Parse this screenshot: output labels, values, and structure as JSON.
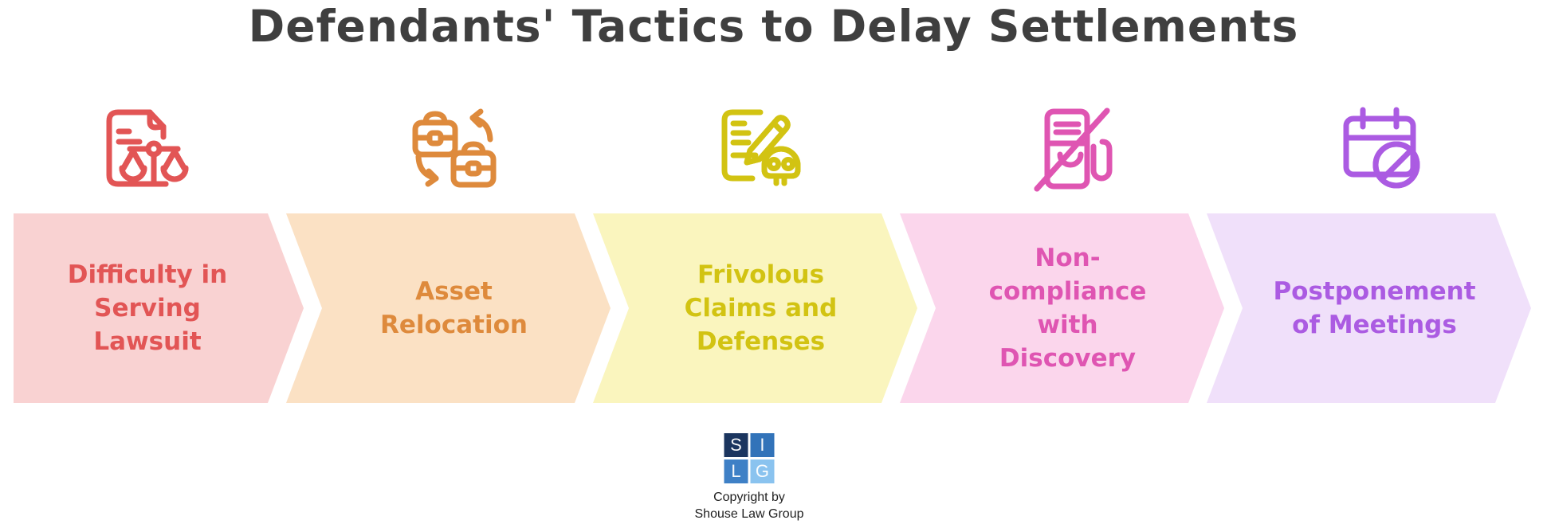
{
  "title": "Defendants' Tactics to Delay Settlements",
  "title_color": "#3F3F3F",
  "steps": [
    {
      "label": "Difficulty in\nServing\nLawsuit",
      "icon": "lawsuit-document-scales-icon",
      "bg": "#F9D2D2",
      "fg": "#E25555"
    },
    {
      "label": "Asset\nRelocation",
      "icon": "briefcase-swap-icon",
      "bg": "#FBE1C4",
      "fg": "#DE8A3C"
    },
    {
      "label": "Frivolous\nClaims and\nDefenses",
      "icon": "document-pencil-skull-icon",
      "bg": "#FAF5BE",
      "fg": "#D2C312"
    },
    {
      "label": "Non-\ncompliance\nwith\nDiscovery",
      "icon": "crossed-document-icon",
      "bg": "#FBD6EC",
      "fg": "#DF55B2"
    },
    {
      "label": "Postponement\nof Meetings",
      "icon": "calendar-cancelled-icon",
      "bg": "#F0E0FA",
      "fg": "#AB5BE2"
    }
  ],
  "footer": {
    "logo": {
      "letters": [
        "S",
        "I",
        "L",
        "G"
      ],
      "colors": [
        "#1B355F",
        "#3273B9",
        "#3E80C6",
        "#8AC3EF"
      ]
    },
    "copyright_line1": "Copyright by",
    "copyright_line2": "Shouse Law Group"
  }
}
